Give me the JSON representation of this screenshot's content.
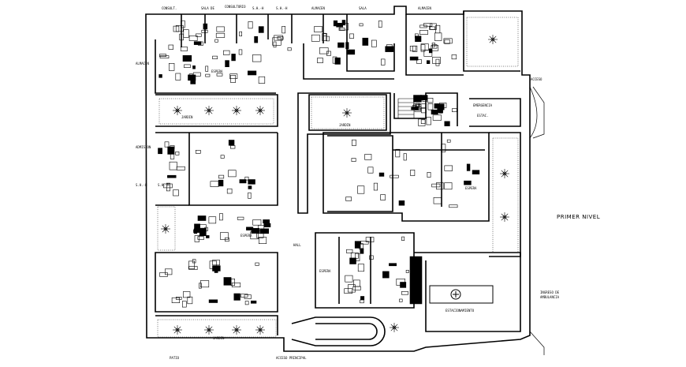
{
  "drawing": {
    "title": "PRIMER NIVEL",
    "colors": {
      "line": "#000000",
      "paper": "#ffffff"
    }
  },
  "labels": {
    "top": [
      "CONSULT.",
      "SALA DE",
      "CONSULTORIO",
      "S.H.-H",
      "S.H.-H",
      "ALMACEN",
      "SALA",
      "ALMACEN"
    ],
    "left": [
      "ALMACEN",
      "ADMISION",
      "S.H.-H",
      "S.H.-M"
    ],
    "center": [
      "HALL",
      "ESPERA",
      "ESPERA",
      "ESPERA",
      "ESPERA",
      "JARDIN",
      "JARDIN",
      "JARDIN"
    ],
    "right": [
      "ACCESO",
      "EMERGENCIA",
      "ESTAC.",
      "INGRESO DE",
      "AMBULANCIA"
    ],
    "bottom": [
      "ACCESO PRINCIPAL",
      "PATIO",
      "ESTACIONAMIENTO"
    ]
  }
}
